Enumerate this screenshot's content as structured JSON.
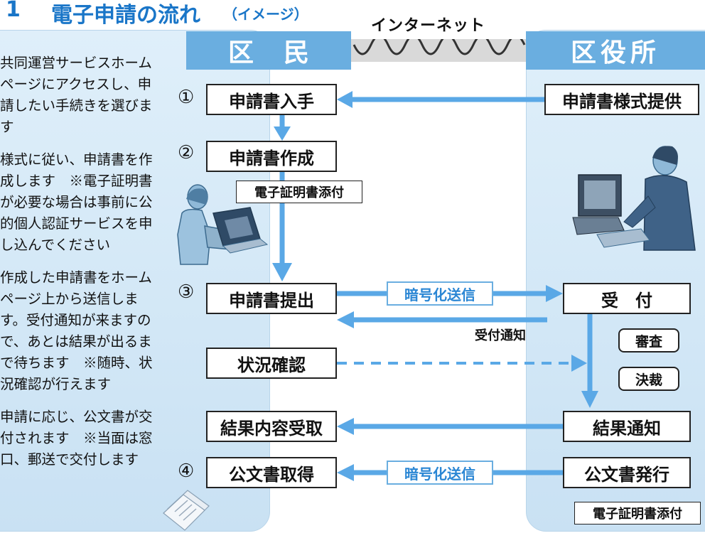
{
  "title": {
    "number": "1",
    "main": "電子申請の流れ",
    "sub": "（イメージ）"
  },
  "internet_label": "インターネット",
  "header": {
    "left": "区民",
    "right": "区役所"
  },
  "left_text": [
    [
      "共同運営サービスホーム",
      "ページにアクセスし、申",
      "請したい手続きを選びま",
      "す"
    ],
    [
      "様式に従い、申請書を作",
      "成します　※電子証明書",
      "が必要な場合は事前に公",
      "的個人認証サービスを申",
      "し込んでください"
    ],
    [
      "作成した申請書をホーム",
      "ページ上から送信しま",
      "す。受付通知が来ますの",
      "で、あとは結果が出るま",
      "で待ちます　※随時、状",
      "況確認が行えます"
    ],
    [
      "申請に応じ、公文書が交",
      "付されます　※当面は窓",
      "口、郵送で交付します"
    ]
  ],
  "steps": {
    "s1": "①",
    "s2": "②",
    "s3": "③",
    "s4": "④"
  },
  "citizen": {
    "obtain": "申請書入手",
    "create": "申請書作成",
    "cert_attach": "電子証明書添付",
    "submit": "申請書提出",
    "status": "状況確認",
    "result": "結果内容受取",
    "doc_get": "公文書取得"
  },
  "office": {
    "provide": "申請書様式提供",
    "receive": "受　付",
    "review": "審査",
    "decision": "決裁",
    "notify": "結果通知",
    "issue": "公文書発行",
    "cert_attach": "電子証明書添付"
  },
  "labels": {
    "encrypted_1": "暗号化送信",
    "encrypted_2": "暗号化送信",
    "receipt_notice": "受付通知"
  },
  "colors": {
    "accent": "#1a76c8",
    "arrow": "#5aa8e6",
    "header": "#6aaee0",
    "panel": "#d2e7f6"
  }
}
